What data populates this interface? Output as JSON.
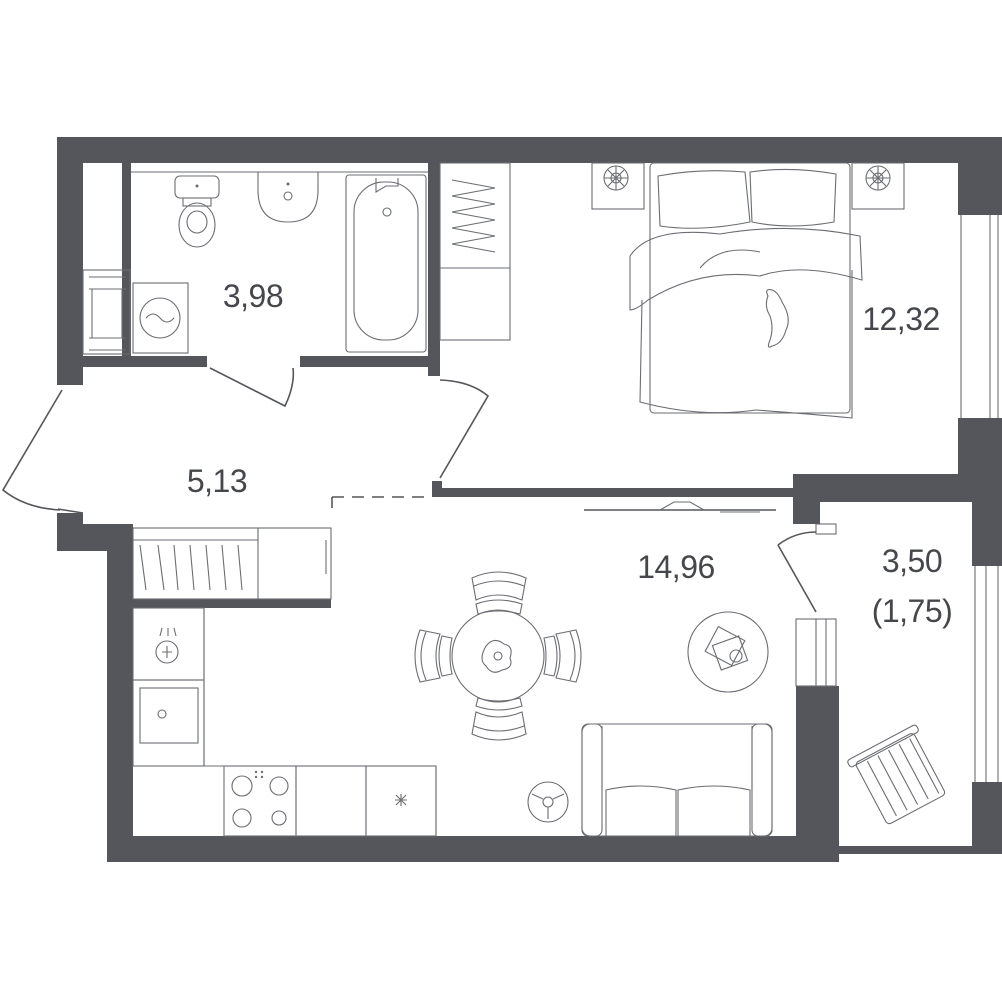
{
  "plan": {
    "wall_color": "#54565c",
    "rooms": {
      "bathroom": {
        "area": "3,98"
      },
      "hallway": {
        "area": "5,13"
      },
      "bedroom": {
        "area": "12,32"
      },
      "living_kitchen": {
        "area": "14,96"
      },
      "balcony": {
        "area": "3,50",
        "reduced_area": "(1,75)"
      }
    }
  }
}
